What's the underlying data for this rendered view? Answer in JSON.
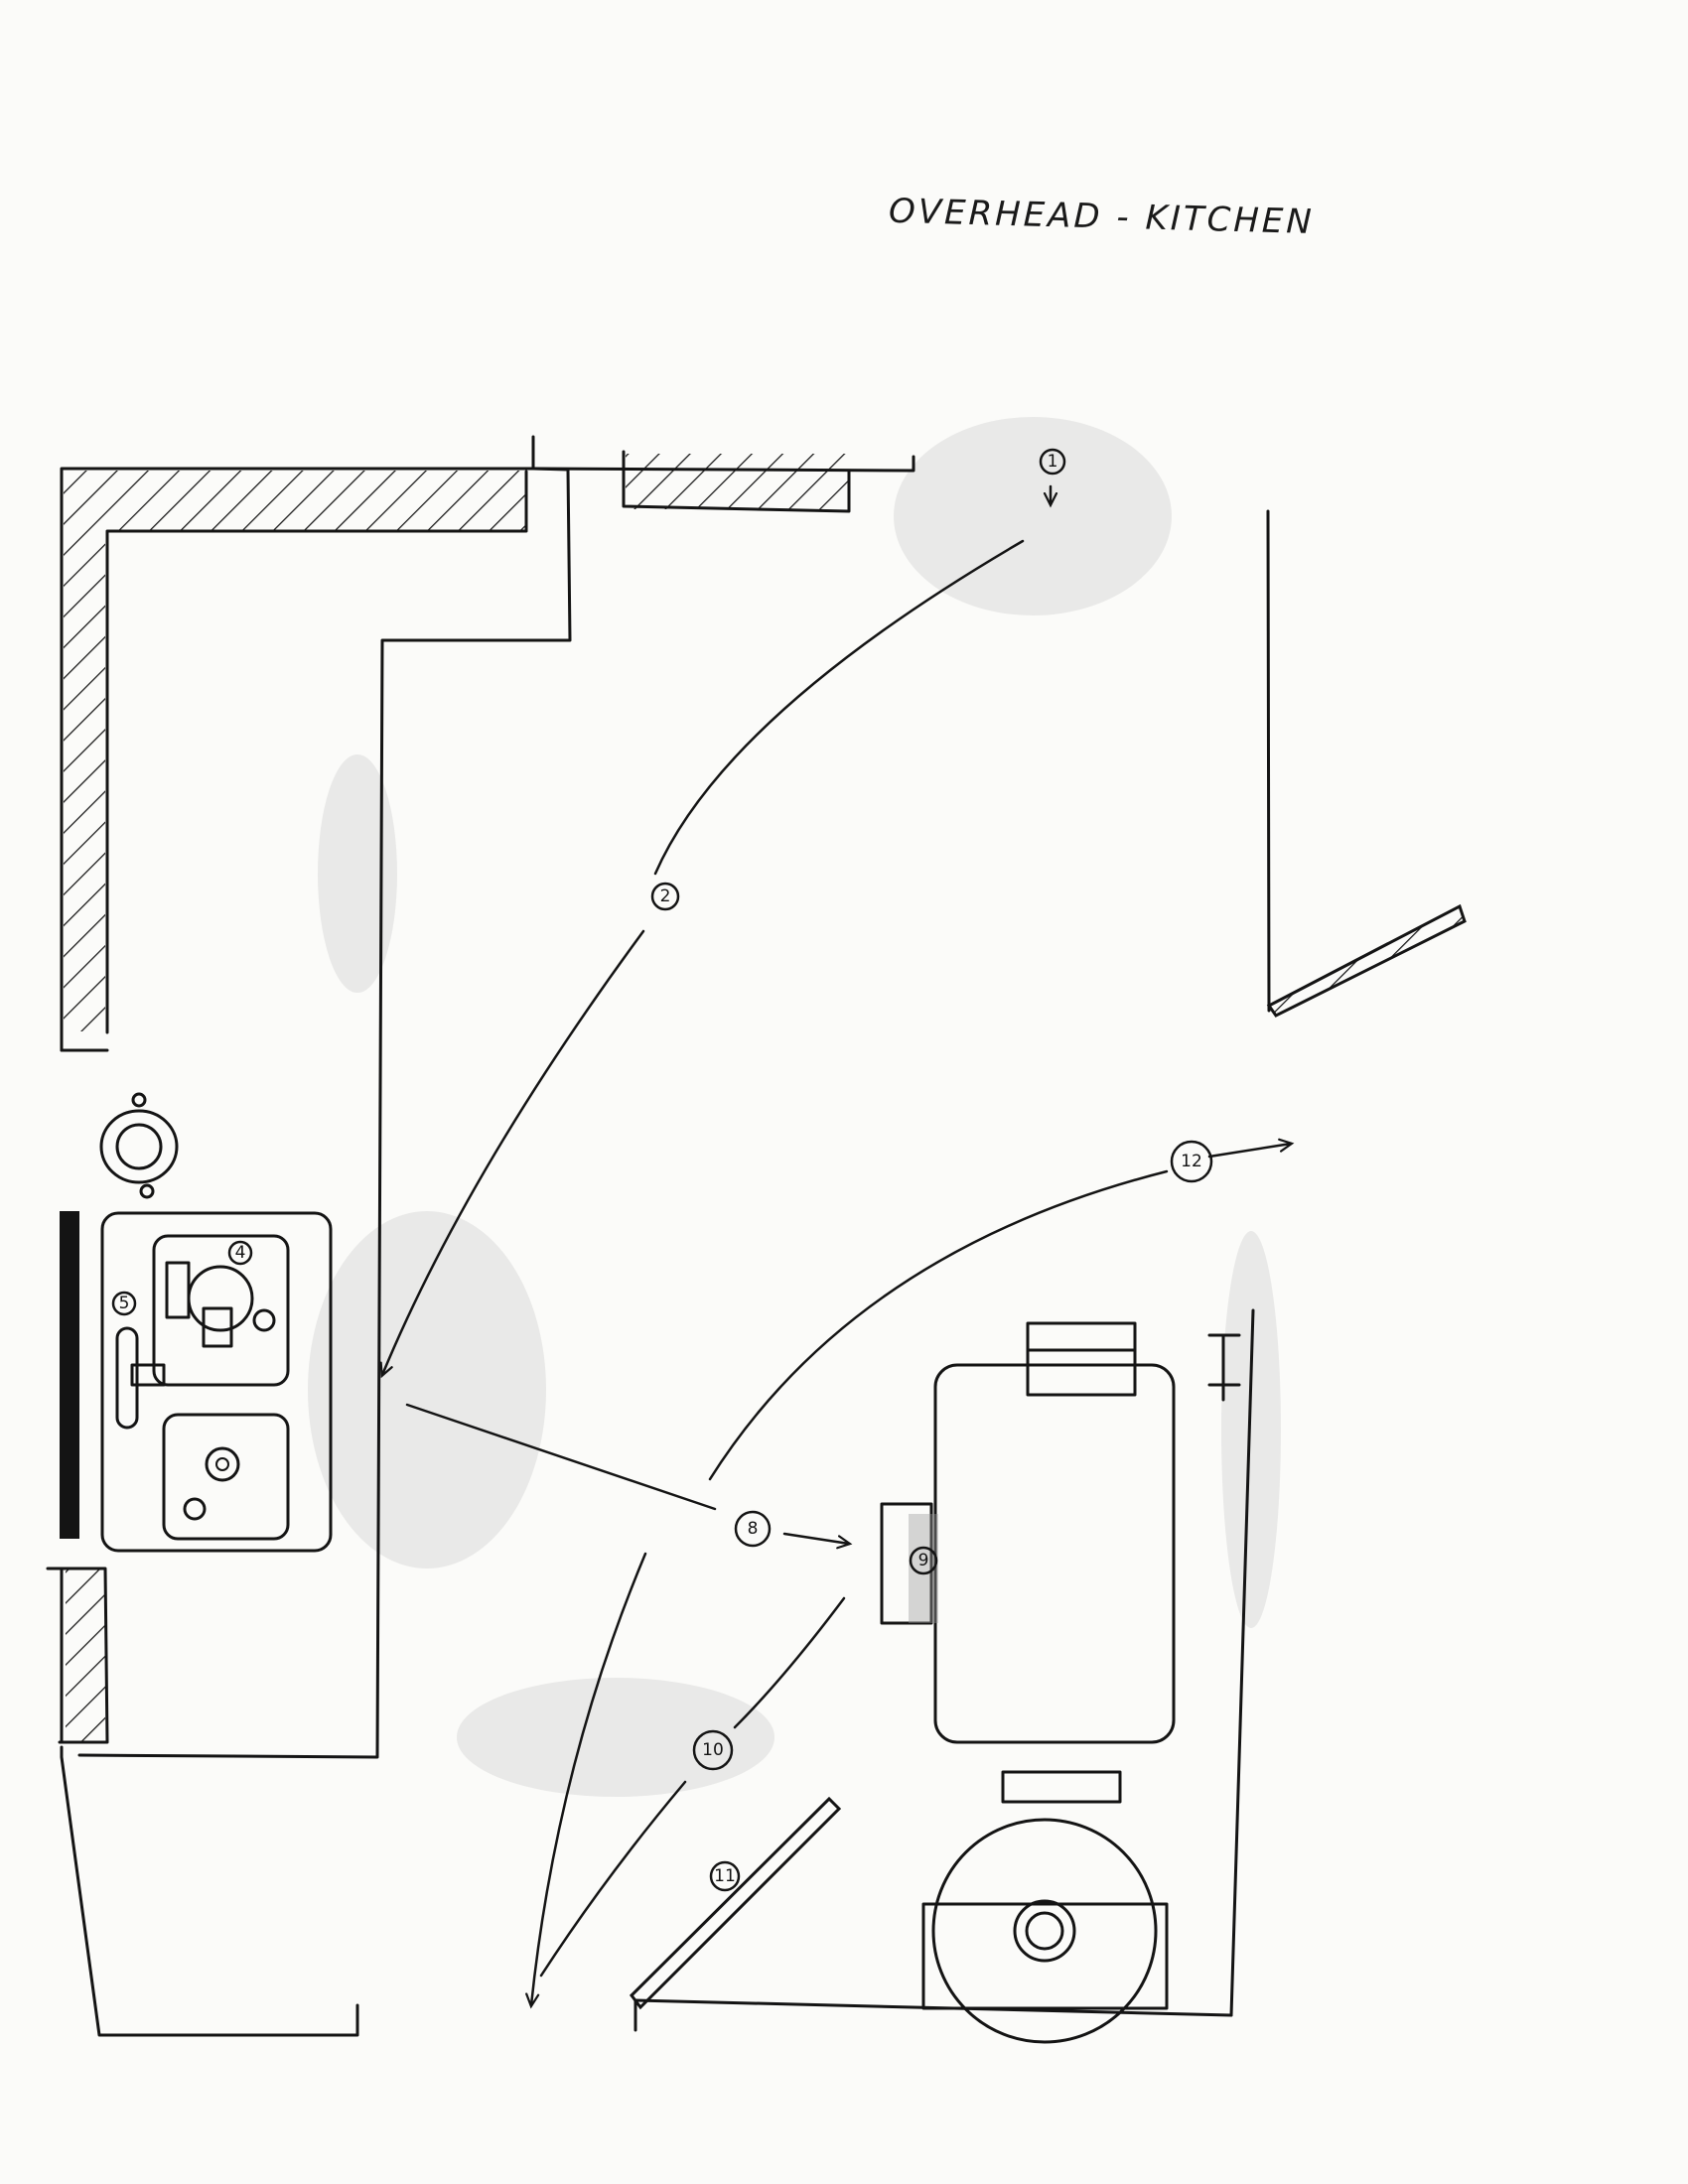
{
  "title": "OVERHEAD - KITCHEN",
  "shots": [
    {
      "id": "shot-1",
      "label": "1"
    },
    {
      "id": "shot-2",
      "label": "2"
    },
    {
      "id": "shot-4",
      "label": "4"
    },
    {
      "id": "shot-5",
      "label": "5"
    },
    {
      "id": "shot-8",
      "label": "8"
    },
    {
      "id": "shot-9",
      "label": "9"
    },
    {
      "id": "shot-10",
      "label": "10"
    },
    {
      "id": "shot-11",
      "label": "11"
    },
    {
      "id": "shot-12",
      "label": "12"
    }
  ],
  "colors": {
    "ink": "#141414",
    "pencil_shade": "#9a9a9a",
    "paper": "#fbfbf9"
  }
}
